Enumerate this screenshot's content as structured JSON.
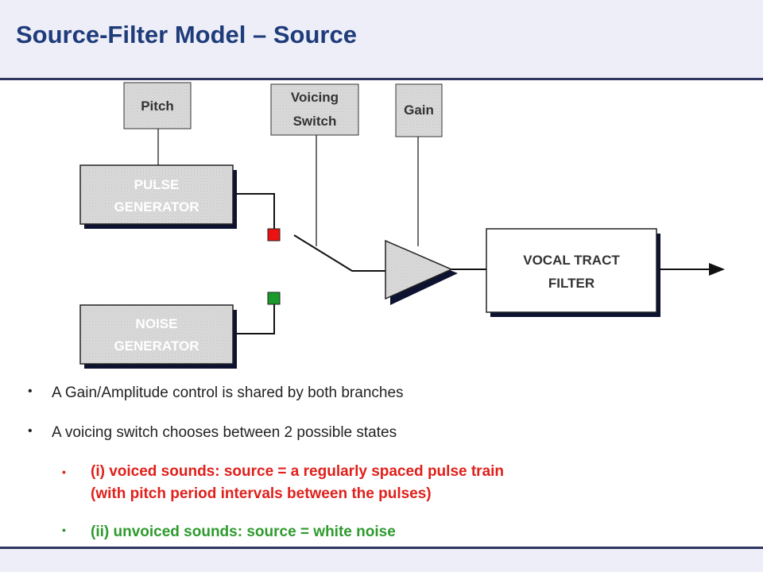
{
  "title": "Source-Filter Model – Source",
  "diagram": {
    "pitch_label": "Pitch",
    "voicing_label_1": "Voicing",
    "voicing_label_2": "Switch",
    "gain_label": "Gain",
    "pulse_label_1": "PULSE",
    "pulse_label_2": "GENERATOR",
    "noise_label_1": "NOISE",
    "noise_label_2": "GENERATOR",
    "vocal_label_1": "VOCAL TRACT",
    "vocal_label_2": "FILTER",
    "colors": {
      "pulse_terminal": "#ee1111",
      "noise_terminal": "#1a9a2a",
      "box_fill": "#d9d9d9",
      "shadow": "#0d1230"
    }
  },
  "bullets": {
    "item1": "A Gain/Amplitude control is shared by both branches",
    "item2": "A voicing switch chooses between 2 possible states",
    "item3_line1": "(i) voiced sounds: source = a regularly spaced pulse train",
    "item3_line2": "(with pitch period intervals between the pulses)",
    "item4": "(ii) unvoiced sounds: source = white noise",
    "bullet_char": "•",
    "colors": {
      "voiced": "#e0201b",
      "unvoiced": "#2e9a2e"
    }
  }
}
